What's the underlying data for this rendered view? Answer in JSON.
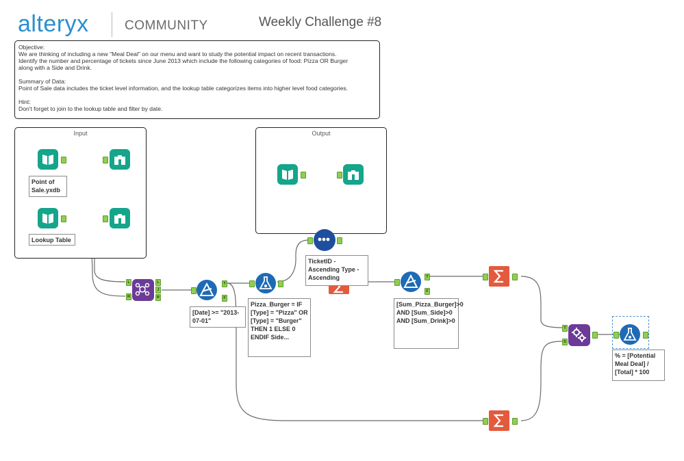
{
  "header": {
    "logo_text": "alteryx",
    "community": "COMMUNITY",
    "challenge_title": "Weekly Challenge #8"
  },
  "objective_box": {
    "lines": [
      "Objective:",
      "We are thinking of including a new \"Meal Deal\" on our menu and want to study the potential impact on recent transactions.",
      "Identify the number and percentage of tickets since June 2013 which include the following categories of food: Pizza OR Burger",
      "along with a Side and Drink.",
      "Summary of Data:",
      "Point of Sale data includes the ticket level information, and the lookup table categorizes items into higher level food categories.",
      "Hint:",
      "Don't forget to join to the lookup table and filter by date."
    ]
  },
  "containers": {
    "input_title": "Input",
    "output_title": "Output"
  },
  "annotations": {
    "pos": "Point of Sale.yxdb",
    "lookup": "Lookup Table",
    "filter1": "[Date] >= \"2013-07-01\"",
    "formula1": "Pizza_Burger = IF [Type] = \"Pizza\" OR [Type] = \"Burger\" THEN 1 ELSE 0 ENDIF Side...",
    "sort": "TicketID - Ascending Type - Ascending",
    "filter2": "[Sum_Pizza_Burger]>0 AND [Sum_Side]>0 AND [Sum_Drink]>0",
    "formula2": "% = [Potential Meal Deal] / [Total] * 100"
  },
  "anchors": {
    "L": "L",
    "J": "J",
    "R": "R",
    "T": "T",
    "F": "F",
    "S": "S"
  },
  "colors": {
    "teal": "#15a58b",
    "blue": "#1f6ab5",
    "purple": "#6b3b97",
    "orange": "#e35a3d",
    "anchor_green": "#8fcf4f",
    "brand": "#2a8fcf"
  },
  "icons": {
    "input": "book-icon",
    "browse": "binoculars-icon",
    "join": "join-icon",
    "filter": "filter-icon",
    "formula": "flask-icon",
    "sort": "dots-icon",
    "summarize": "sigma-icon",
    "append": "gears-icon"
  }
}
